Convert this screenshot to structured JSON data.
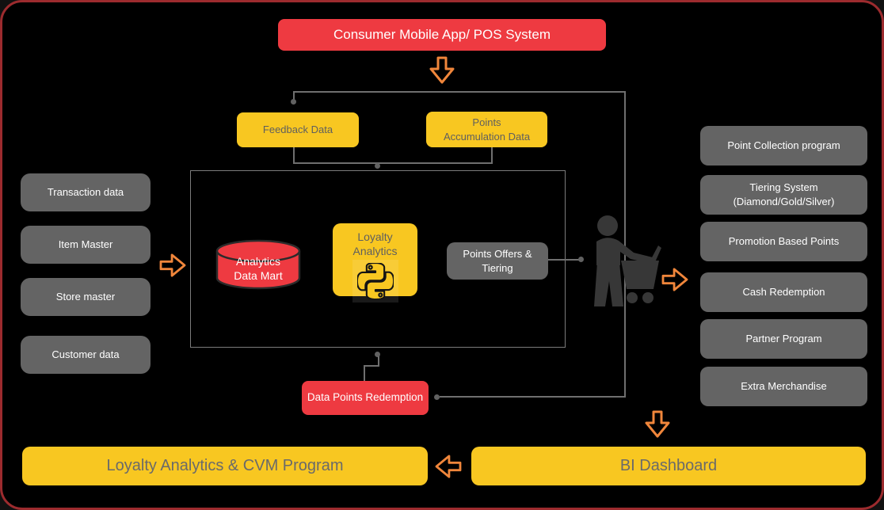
{
  "canvas": {
    "background": "#000000",
    "border_color": "#9C2B2E"
  },
  "colors": {
    "red": "#EE3A41",
    "yellow": "#F8C721",
    "gray_box": "#646464",
    "orange_arrow": "#F0863B",
    "connector_line": "#6F6F6F",
    "silhouette": "#373737",
    "text_on_yellow": "#5F5F5F",
    "bar_text": "#6A6A6A"
  },
  "nodes": {
    "consumer": "Consumer Mobile App/ POS System",
    "feedback": "Feedback Data",
    "points_accumulation": "Points\nAccumulation Data",
    "sources": [
      "Transaction data",
      "Item Master",
      "Store master",
      "Customer data"
    ],
    "data_mart": "Analytics\nData Mart",
    "loyalty_engine": "Loyalty\nAnalytics",
    "points_offers": "Points Offers &\nTiering",
    "redemption": "Data Points Redemption",
    "outcomes": [
      "Point Collection program",
      "Tiering System\n(Diamond/Gold/Silver)",
      "Promotion Based Points",
      "Cash Redemption",
      "Partner Program",
      "Extra Merchandise"
    ],
    "cvm_bar": "Loyalty Analytics & CVM Program",
    "bi_bar": "BI Dashboard"
  },
  "icons": {
    "python": "python-logo-icon",
    "shopper": "shopper-with-cart-icon",
    "database": "database-cylinder-icon",
    "arrows": "orange-block-arrows"
  }
}
